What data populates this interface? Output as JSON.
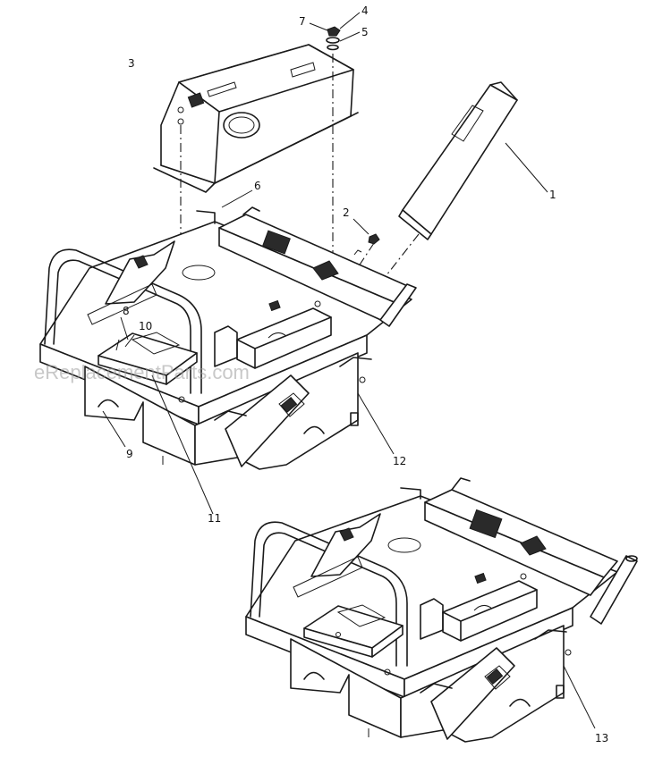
{
  "callouts": [
    {
      "id": "1",
      "label": "1"
    },
    {
      "id": "2",
      "label": "2"
    },
    {
      "id": "3",
      "label": "3"
    },
    {
      "id": "4",
      "label": "4"
    },
    {
      "id": "5",
      "label": "5"
    },
    {
      "id": "6",
      "label": "6"
    },
    {
      "id": "7",
      "label": "7"
    },
    {
      "id": "8",
      "label": "8"
    },
    {
      "id": "9",
      "label": "9"
    },
    {
      "id": "10",
      "label": "10"
    },
    {
      "id": "11",
      "label": "11"
    },
    {
      "id": "12",
      "label": "12"
    },
    {
      "id": "13",
      "label": "13"
    }
  ],
  "watermark": "eReplacementParts.com",
  "colors": {
    "line": "#1a1a1a",
    "background": "#ffffff",
    "watermark": "#9a9a9a"
  }
}
